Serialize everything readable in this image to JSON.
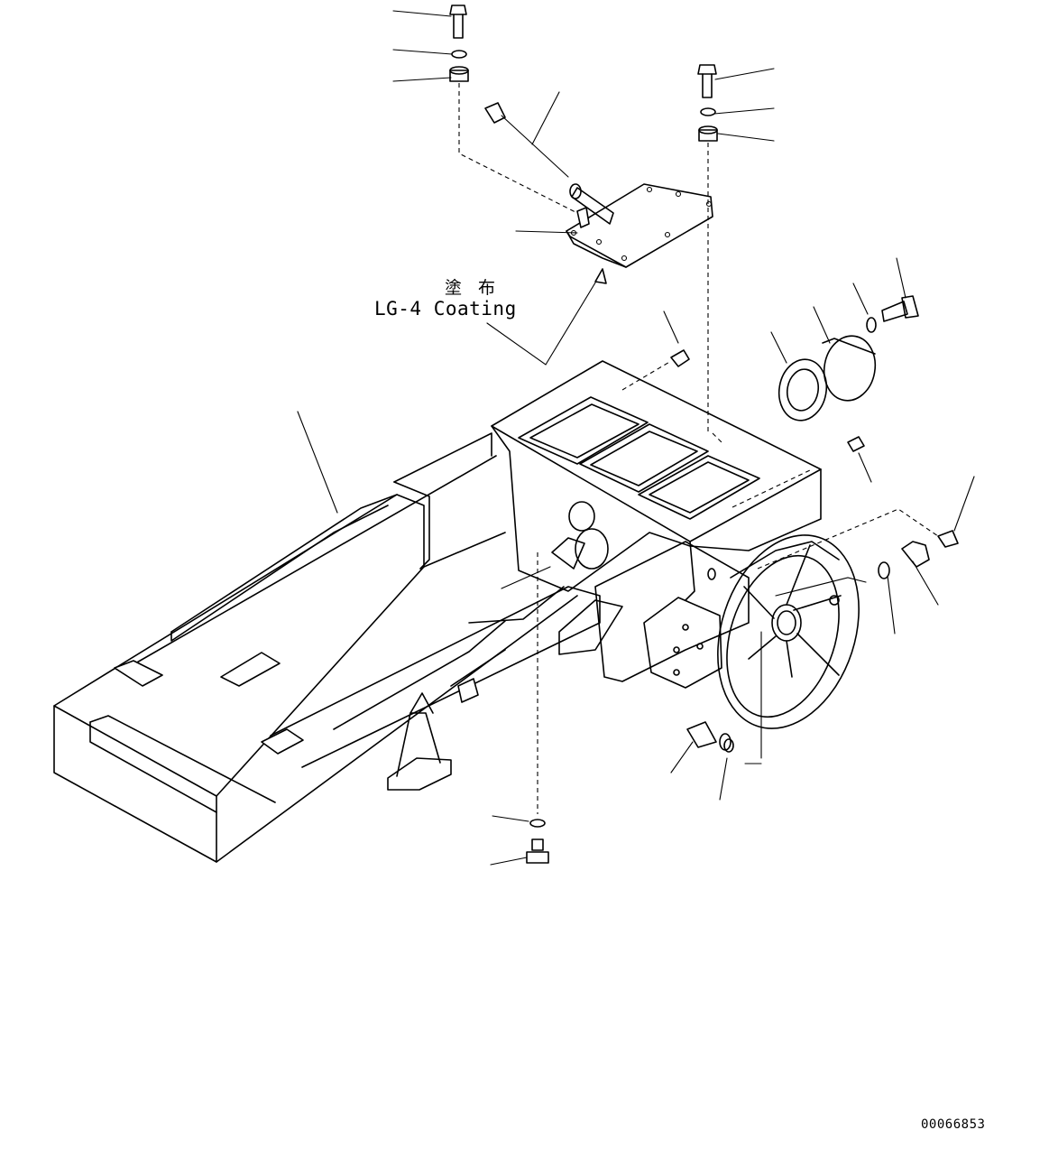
{
  "annotation": {
    "japanese": "塗 布",
    "english": "LG-4 Coating"
  },
  "drawing_number": "00066853"
}
